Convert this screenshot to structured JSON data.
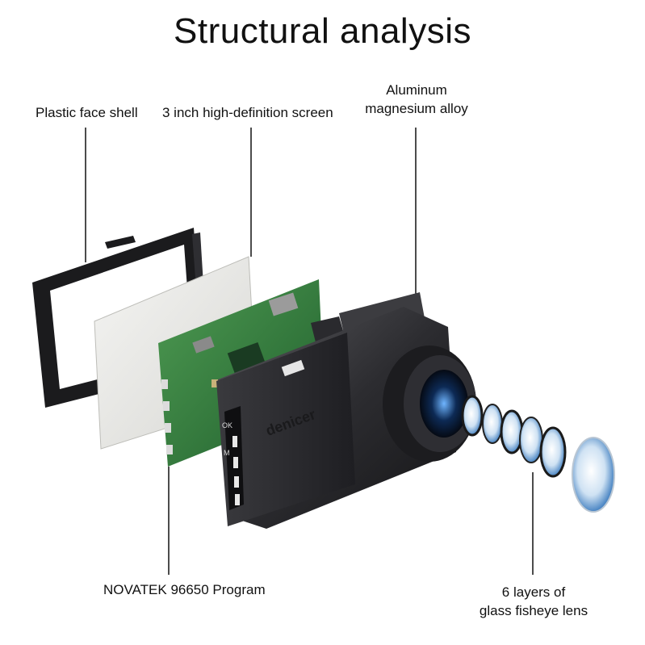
{
  "title": "Structural analysis",
  "labels": {
    "face_shell": "Plastic face shell",
    "screen": "3 inch high-definition screen",
    "alloy_line1": "Aluminum",
    "alloy_line2": "magnesium alloy",
    "program": "NOVATEK 96650 Program",
    "lens_line1": "6 layers of",
    "lens_line2": "glass fisheye lens"
  },
  "device": {
    "brand": "denicer",
    "buttons": [
      "OK",
      "M"
    ]
  }
}
